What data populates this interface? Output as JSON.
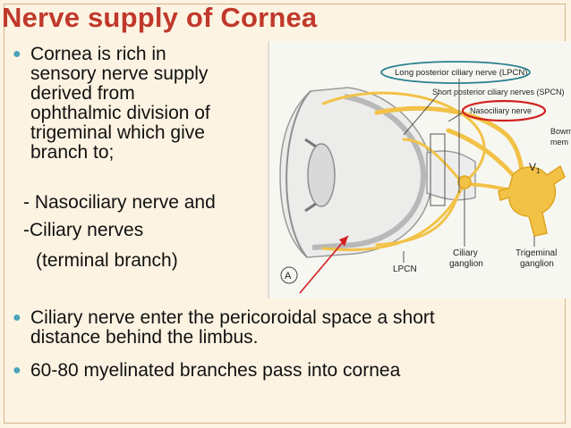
{
  "title": "Nerve supply of Cornea",
  "bullets": [
    {
      "lines": [
        "Cornea is rich in",
        "sensory nerve supply",
        "derived from",
        "ophthalmic division of",
        "trigeminal which give",
        "branch to;"
      ]
    },
    {
      "lines": [
        "Ciliary nerve enter the pericoroidal space a short",
        "distance behind the limbus."
      ]
    },
    {
      "lines": [
        "60-80 myelinated branches pass into cornea"
      ]
    }
  ],
  "subitems": [
    "- Nasociliary nerve and",
    "-Ciliary nerves",
    "(terminal branch)"
  ],
  "figure": {
    "labels": {
      "lpcn": "Long posterior ciliary nerve (LPCN)",
      "spcn": "Short posterior ciliary nerves (SPCN)",
      "nasociliary": "Nasociliary nerve",
      "bowman1": "Bowm",
      "bowman2": "mem",
      "v1": "V",
      "v1sub": "1",
      "lpcn_short": "LPCN",
      "ciliary_ganglion": [
        "Ciliary",
        "ganglion"
      ],
      "trigeminal_ganglion": [
        "Trigeminal",
        "ganglion"
      ],
      "panel": "A"
    },
    "colors": {
      "nerve": "#f2c247",
      "nerve_dark": "#e0a41c",
      "oval_lpcn": "#2a7f8f",
      "oval_naso": "#d32020",
      "arrow": "#d32020"
    }
  }
}
